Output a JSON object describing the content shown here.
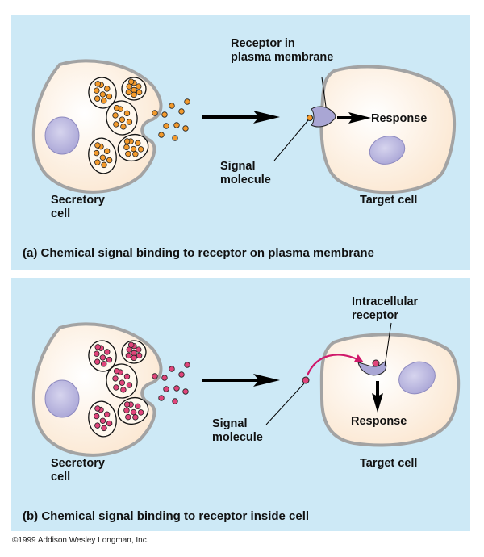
{
  "panels": {
    "a": {
      "caption": "(a) Chemical signal binding to receptor on plasma membrane",
      "secretory_cell_label": "Secretory\ncell",
      "target_cell_label": "Target cell",
      "receptor_label": "Receptor in\nplasma membrane",
      "signal_label": "Signal\nmolecule",
      "response_label": "Response",
      "signal_color": "#f39a2c"
    },
    "b": {
      "caption": "(b) Chemical signal binding to receptor inside cell",
      "secretory_cell_label": "Secretory\ncell",
      "target_cell_label": "Target cell",
      "receptor_label": "Intracellular\nreceptor",
      "signal_label": "Signal\nmolecule",
      "response_label": "Response",
      "signal_color": "#e0447a"
    }
  },
  "copyright": "©1999 Addison Wesley Longman, Inc.",
  "colors": {
    "panel_bg": "#cde9f6",
    "cell_fill": "#fdeedd",
    "cell_border": "#a3a3a3",
    "nucleus": "#b9b6dc",
    "receptor": "#a9a6d4",
    "path_arrow": "#d0186a"
  }
}
